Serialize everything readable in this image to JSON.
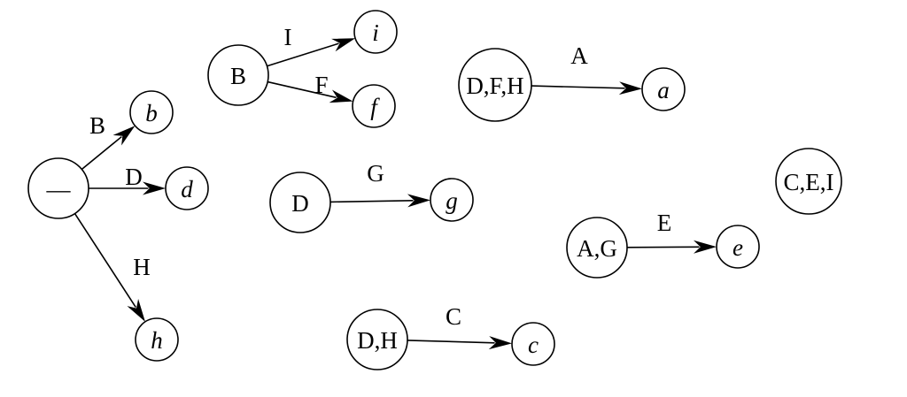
{
  "nodes": [
    {
      "id": "root",
      "label": "—",
      "italic": false
    },
    {
      "id": "b",
      "label": "b",
      "italic": true
    },
    {
      "id": "d",
      "label": "d",
      "italic": true
    },
    {
      "id": "h",
      "label": "h",
      "italic": true
    },
    {
      "id": "B",
      "label": "B",
      "italic": false
    },
    {
      "id": "i",
      "label": "i",
      "italic": true
    },
    {
      "id": "f",
      "label": "f",
      "italic": true
    },
    {
      "id": "D",
      "label": "D",
      "italic": false
    },
    {
      "id": "g",
      "label": "g",
      "italic": true
    },
    {
      "id": "DH",
      "label": "D,H",
      "italic": false
    },
    {
      "id": "c",
      "label": "c",
      "italic": true
    },
    {
      "id": "DFH",
      "label": "D,F,H",
      "italic": false
    },
    {
      "id": "a",
      "label": "a",
      "italic": true
    },
    {
      "id": "AG",
      "label": "A,G",
      "italic": false
    },
    {
      "id": "e",
      "label": "e",
      "italic": true
    },
    {
      "id": "CEI",
      "label": "C,E,I",
      "italic": false
    }
  ],
  "edges": [
    {
      "from": "root",
      "to": "b",
      "label": "B"
    },
    {
      "from": "root",
      "to": "d",
      "label": "D"
    },
    {
      "from": "root",
      "to": "h",
      "label": "H"
    },
    {
      "from": "B",
      "to": "i",
      "label": "I"
    },
    {
      "from": "B",
      "to": "f",
      "label": "F"
    },
    {
      "from": "D",
      "to": "g",
      "label": "G"
    },
    {
      "from": "DH",
      "to": "c",
      "label": "C"
    },
    {
      "from": "DFH",
      "to": "a",
      "label": "A"
    },
    {
      "from": "AG",
      "to": "e",
      "label": "E"
    }
  ]
}
